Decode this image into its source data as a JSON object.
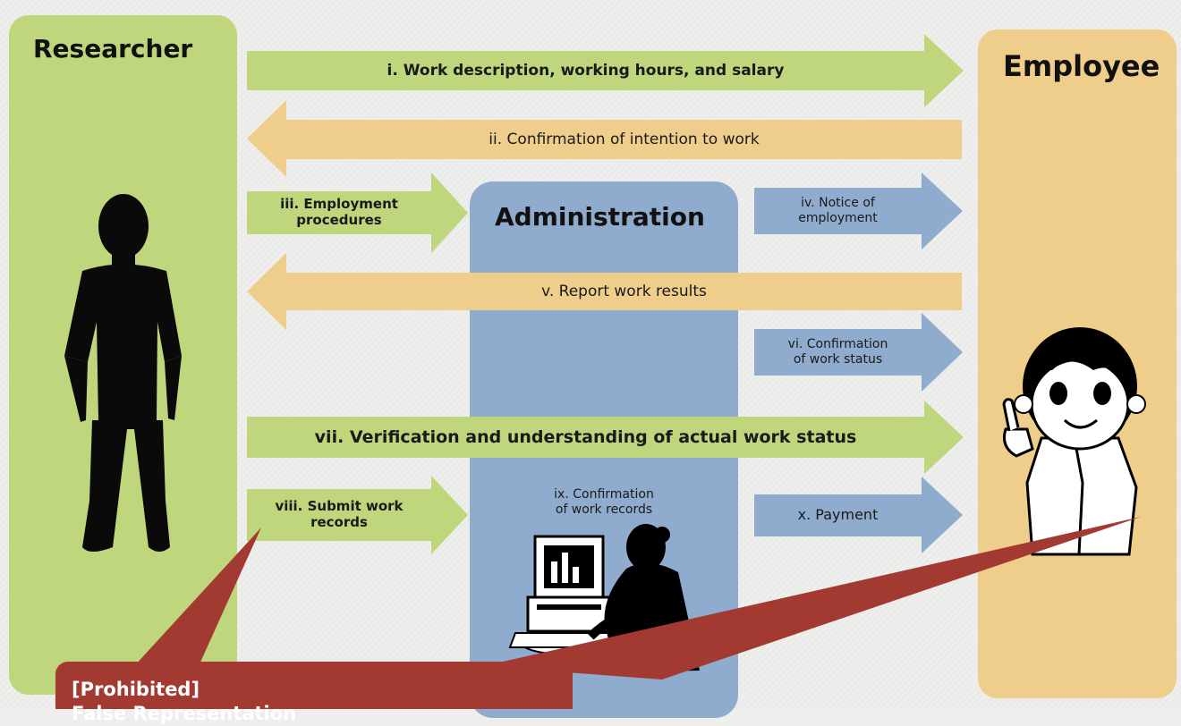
{
  "columns": {
    "researcher": "Researcher",
    "employee": "Employee",
    "administration": "Administration"
  },
  "flows": {
    "f1": "i. Work description, working hours, and salary",
    "f2": "ii. Confirmation of intention to work",
    "f3a": "iii. Employment",
    "f3b": "procedures",
    "f4a": "iv. Notice of",
    "f4b": "employment",
    "f5": "v. Report work results",
    "f6a": "vi. Confirmation",
    "f6b": "of work status",
    "f7": "vii. Verification and understanding of actual work status",
    "f8a": "viii. Submit work",
    "f8b": "records",
    "f9a": "ix. Confirmation",
    "f9b": "of work records",
    "f10": "x. Payment"
  },
  "callout": {
    "line1": "[Prohibited]",
    "line2": "False Representation"
  },
  "colors": {
    "green": "#bfd67d",
    "orange": "#efce8c",
    "blue": "#8fabcd",
    "callout": "#a23a32"
  }
}
